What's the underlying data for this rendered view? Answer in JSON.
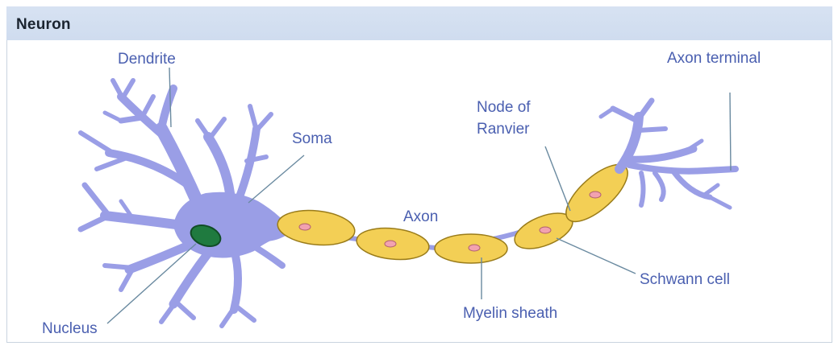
{
  "header": {
    "title": "Neuron"
  },
  "labels": {
    "dendrite": "Dendrite",
    "soma": "Soma",
    "nucleus": "Nucleus",
    "axon": "Axon",
    "myelin_sheath": "Myelin sheath",
    "node_of_ranvier_line1": "Node of",
    "node_of_ranvier_line2": "Ranvier",
    "schwann_cell": "Schwann cell",
    "axon_terminal": "Axon terminal"
  },
  "colors": {
    "header_band": "#d2def0",
    "neuron_body": "#9a9ee6",
    "nucleus": "#1f7a3f",
    "myelin": "#f3cf55",
    "schwann_nucleus": "#f2a2b0",
    "label_text": "#4a5fb0"
  }
}
